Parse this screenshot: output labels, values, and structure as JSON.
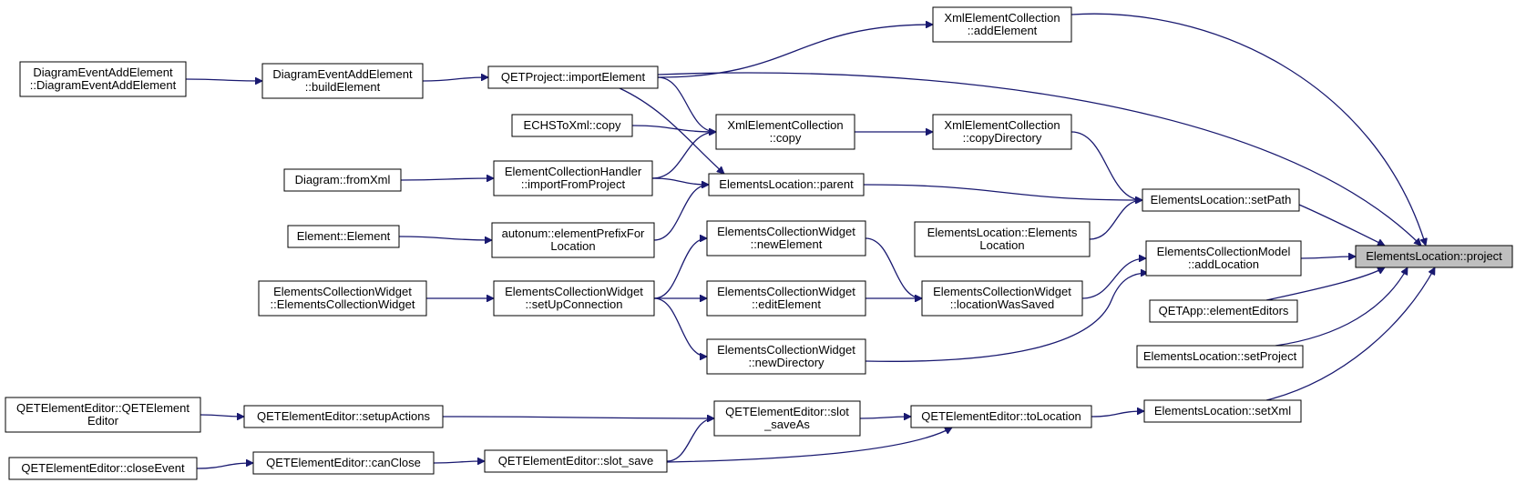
{
  "nodes": [
    {
      "id": "project",
      "lines": [
        "ElementsLocation::project"
      ],
      "root": true
    },
    {
      "id": "addElement",
      "lines": [
        "XmlElementCollection",
        "::addElement"
      ]
    },
    {
      "id": "importElement",
      "lines": [
        "QETProject::importElement"
      ]
    },
    {
      "id": "buildElement",
      "lines": [
        "DiagramEventAddElement",
        "::buildElement"
      ]
    },
    {
      "id": "deaeCtor",
      "lines": [
        "DiagramEventAddElement",
        "::DiagramEventAddElement"
      ]
    },
    {
      "id": "echsCopy",
      "lines": [
        "ECHSToXml::copy"
      ]
    },
    {
      "id": "xecCopy",
      "lines": [
        "XmlElementCollection",
        "::copy"
      ]
    },
    {
      "id": "copyDirectory",
      "lines": [
        "XmlElementCollection",
        "::copyDirectory"
      ]
    },
    {
      "id": "fromXml",
      "lines": [
        "Diagram::fromXml"
      ]
    },
    {
      "id": "importFromProject",
      "lines": [
        "ElementCollectionHandler",
        "::importFromProject"
      ]
    },
    {
      "id": "parent",
      "lines": [
        "ElementsLocation::parent"
      ]
    },
    {
      "id": "setPath",
      "lines": [
        "ElementsLocation::setPath"
      ]
    },
    {
      "id": "elementCtor",
      "lines": [
        "Element::Element"
      ]
    },
    {
      "id": "prefixFor",
      "lines": [
        "autonum::elementPrefixFor",
        "Location"
      ]
    },
    {
      "id": "elCtor",
      "lines": [
        "ElementsLocation::Elements",
        "Location"
      ]
    },
    {
      "id": "newElement",
      "lines": [
        "ElementsCollectionWidget",
        "::newElement"
      ]
    },
    {
      "id": "addLocation",
      "lines": [
        "ElementsCollectionModel",
        "::addLocation"
      ]
    },
    {
      "id": "ecwCtor",
      "lines": [
        "ElementsCollectionWidget",
        "::ElementsCollectionWidget"
      ]
    },
    {
      "id": "setUpConnection",
      "lines": [
        "ElementsCollectionWidget",
        "::setUpConnection"
      ]
    },
    {
      "id": "editElement",
      "lines": [
        "ElementsCollectionWidget",
        "::editElement"
      ]
    },
    {
      "id": "locationWasSaved",
      "lines": [
        "ElementsCollectionWidget",
        "::locationWasSaved"
      ]
    },
    {
      "id": "elementEditors",
      "lines": [
        "QETApp::elementEditors"
      ]
    },
    {
      "id": "newDirectory",
      "lines": [
        "ElementsCollectionWidget",
        "::newDirectory"
      ]
    },
    {
      "id": "setProject",
      "lines": [
        "ElementsLocation::setProject"
      ]
    },
    {
      "id": "qeeCtor",
      "lines": [
        "QETElementEditor::QETElement",
        "Editor"
      ]
    },
    {
      "id": "setupActions",
      "lines": [
        "QETElementEditor::setupActions"
      ]
    },
    {
      "id": "slotSaveAs",
      "lines": [
        "QETElementEditor::slot",
        "_saveAs"
      ]
    },
    {
      "id": "toLocation",
      "lines": [
        "QETElementEditor::toLocation"
      ]
    },
    {
      "id": "setXml",
      "lines": [
        "ElementsLocation::setXml"
      ]
    },
    {
      "id": "closeEvent",
      "lines": [
        "QETElementEditor::closeEvent"
      ]
    },
    {
      "id": "canClose",
      "lines": [
        "QETElementEditor::canClose"
      ]
    },
    {
      "id": "slotSave",
      "lines": [
        "QETElementEditor::slot_save"
      ]
    }
  ],
  "edges": [
    {
      "from": "addElement",
      "to": "project"
    },
    {
      "from": "importElement",
      "to": "addElement"
    },
    {
      "from": "importElement",
      "to": "project"
    },
    {
      "from": "importElement",
      "to": "xecCopy"
    },
    {
      "from": "importElement",
      "to": "parent"
    },
    {
      "from": "buildElement",
      "to": "importElement"
    },
    {
      "from": "deaeCtor",
      "to": "buildElement"
    },
    {
      "from": "echsCopy",
      "to": "xecCopy"
    },
    {
      "from": "xecCopy",
      "to": "copyDirectory"
    },
    {
      "from": "copyDirectory",
      "to": "setPath"
    },
    {
      "from": "importFromProject",
      "to": "xecCopy"
    },
    {
      "from": "importFromProject",
      "to": "parent"
    },
    {
      "from": "fromXml",
      "to": "importFromProject"
    },
    {
      "from": "parent",
      "to": "setPath"
    },
    {
      "from": "setPath",
      "to": "project"
    },
    {
      "from": "prefixFor",
      "to": "parent"
    },
    {
      "from": "elementCtor",
      "to": "prefixFor"
    },
    {
      "from": "elCtor",
      "to": "setPath"
    },
    {
      "from": "addLocation",
      "to": "project"
    },
    {
      "from": "elementEditors",
      "to": "project"
    },
    {
      "from": "setProject",
      "to": "project"
    },
    {
      "from": "setXml",
      "to": "project"
    },
    {
      "from": "ecwCtor",
      "to": "setUpConnection"
    },
    {
      "from": "setUpConnection",
      "to": "newElement"
    },
    {
      "from": "setUpConnection",
      "to": "editElement"
    },
    {
      "from": "setUpConnection",
      "to": "newDirectory"
    },
    {
      "from": "newElement",
      "to": "locationWasSaved"
    },
    {
      "from": "editElement",
      "to": "locationWasSaved"
    },
    {
      "from": "newDirectory",
      "to": "addLocation"
    },
    {
      "from": "locationWasSaved",
      "to": "addLocation"
    },
    {
      "from": "qeeCtor",
      "to": "setupActions"
    },
    {
      "from": "setupActions",
      "to": "slotSaveAs"
    },
    {
      "from": "closeEvent",
      "to": "canClose"
    },
    {
      "from": "canClose",
      "to": "slotSave"
    },
    {
      "from": "slotSave",
      "to": "slotSaveAs"
    },
    {
      "from": "slotSave",
      "to": "toLocation"
    },
    {
      "from": "slotSaveAs",
      "to": "toLocation"
    },
    {
      "from": "toLocation",
      "to": "setXml"
    }
  ]
}
